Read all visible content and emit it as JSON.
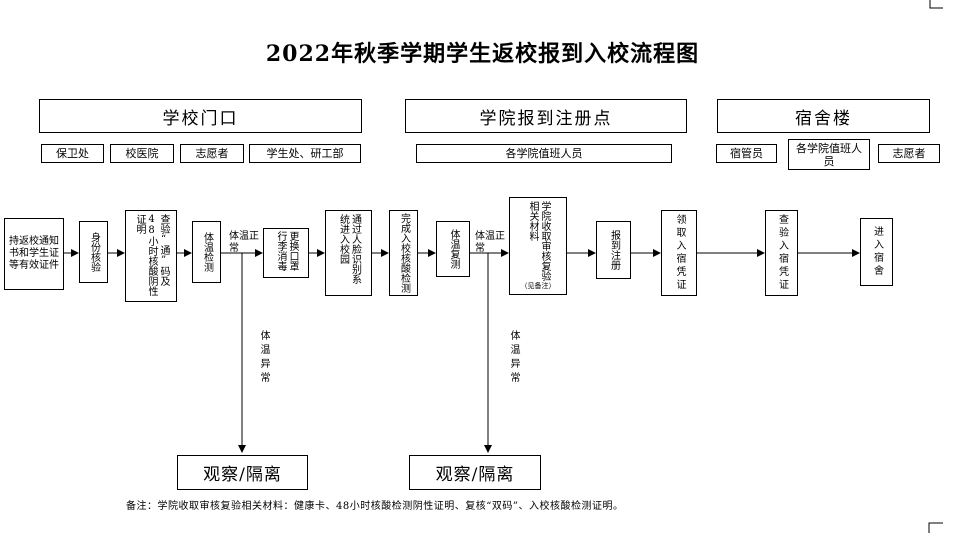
{
  "title": "2022年秋季学期学生返校报到入校流程图",
  "sections": [
    {
      "label": "学校门口"
    },
    {
      "label": "学院报到注册点"
    },
    {
      "label": "宿舍楼"
    }
  ],
  "staff": {
    "gate": [
      "保卫处",
      "校医院",
      "志愿者",
      "学生处、研工部"
    ],
    "college": "各学院值班人员",
    "dorm": [
      "宿管员",
      "各学院值班人员",
      "志愿者"
    ]
  },
  "steps": {
    "s1": "持返校通知书和学生证等有效证件",
    "s2": "身份核验",
    "s3": "查验“通”码及48小时核酸阴性证明",
    "s4": "体温检测",
    "s5": "更换口罩行李消毒",
    "s6": "通过人脸识别系统进入校园",
    "s7": "完成入校核酸检测",
    "s8": "体温复测",
    "s9": "学院收取审核复验相关材料",
    "s9_note": "（见备注）",
    "s10": "报到注册",
    "s11": "领取入宿凭证",
    "s12": "查验入宿凭证",
    "s13": "进入宿舍"
  },
  "branch": {
    "normal": "体温正常",
    "abnormal": "体温异常",
    "observe": "观察/隔离"
  },
  "note": "备注：学院收取审核复验相关材料：健康卡、48小时核酸检测阴性证明、复核“双码”、入校核酸检测证明。"
}
